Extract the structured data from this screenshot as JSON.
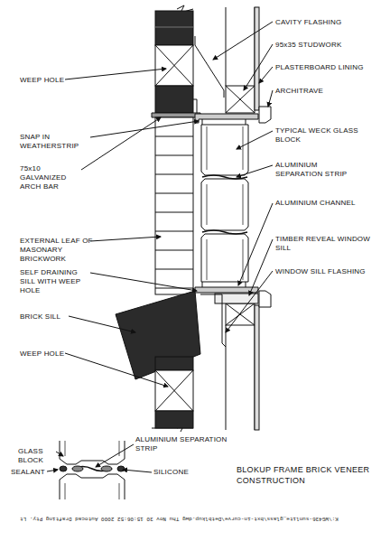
{
  "diagram": {
    "title": "BLOKUP FRAME BRICK VENEER CONSTRUCTION",
    "labels": [
      "CAVITY FLASHING",
      "95x35 STUDWORK",
      "PLASTERBOARD LINING",
      "ARCHITRAVE",
      "TYPICAL WECK GLASS BLOCK",
      "ALUMINIUM SEPARATION STRIP",
      "ALUMINIUM CHANNEL",
      "TIMBER REVEAL WINDOW SILL",
      "WINDOW SILL FLASHING",
      "WEEP HOLE",
      "SNAP IN WEATHERSTRIP",
      "75x10 GALVANIZED ARCH BAR",
      "EXTERNAL LEAF OF MASONARY BRICKWORK",
      "SELF DRAINING SILL WITH WEEP HOLE",
      "BRICK SILL",
      "WEEP HOLE",
      "GLASS BLOCK",
      "SEALANT",
      "ALUMINIUM SEPARATION STRIP",
      "SILICONE",
      "K:\\WG436-sunlite_glass\\bxt-in-curve\\Detblkup.dwg  Thu Nov 30 15:06:52 2000  Autocad Drafting Pty. Lt"
    ]
  }
}
